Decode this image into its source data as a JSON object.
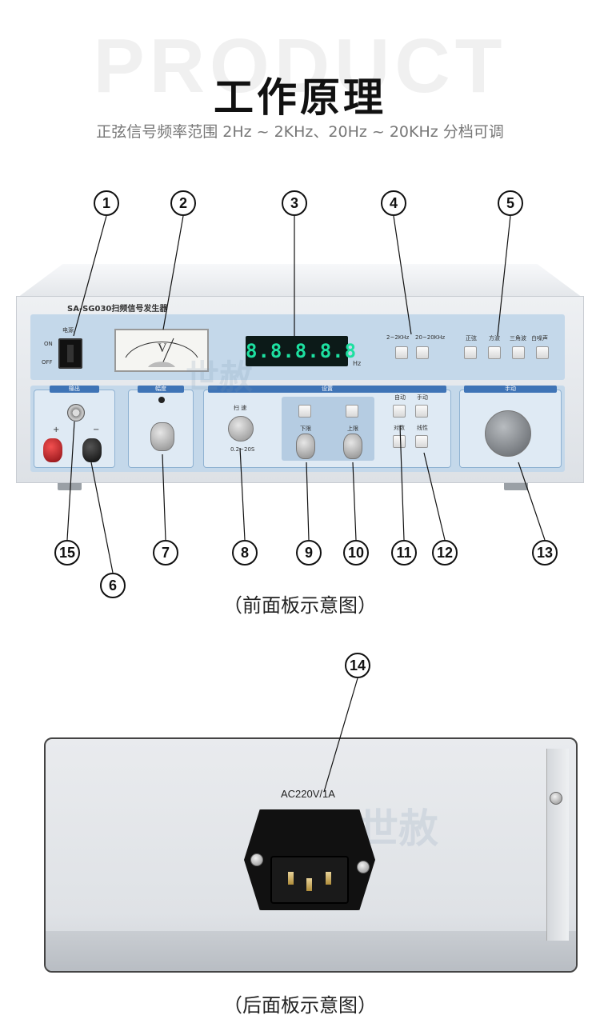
{
  "header": {
    "bg_word": "PRODUCT",
    "title": "工作原理",
    "subtitle": "正弦信号频率范围 2Hz ~ 2KHz、20Hz ~ 20KHz 分档可调"
  },
  "front_panel": {
    "model_name": "SA-SG030扫频信号发生器",
    "power_label": "电源",
    "on_label": "ON",
    "off_label": "OFF",
    "meter_unit": "V",
    "display_value": "8.8.8.8.8",
    "hz_label": "Hz",
    "range_labels": [
      "2~2KHz",
      "20~20KHz"
    ],
    "wave_labels": [
      "正弦",
      "方波",
      "三角波",
      "白噪声"
    ],
    "section_output": "输出",
    "section_amplitude": "幅度",
    "section_settings": "设置",
    "section_manual": "手动",
    "sweep_label": "扫 速",
    "sweep_range": "0.2~20S",
    "lower_limit": "下限",
    "upper_limit": "上限",
    "auto_label": "自动",
    "manual_label": "手动",
    "log_label": "对数",
    "linear_label": "线性",
    "plus": "+",
    "minus": "−",
    "brand_mark": "世赦",
    "callouts_top": [
      "1",
      "2",
      "3",
      "4",
      "5"
    ],
    "callouts_bottom": [
      "15",
      "7",
      "8",
      "9",
      "10",
      "11",
      "12",
      "13"
    ],
    "callout_6": "6",
    "caption": "（前面板示意图）"
  },
  "back_panel": {
    "callout": "14",
    "ac_label": "AC220V/1A",
    "brand_mark": "世赦",
    "caption": "（后面板示意图）"
  }
}
